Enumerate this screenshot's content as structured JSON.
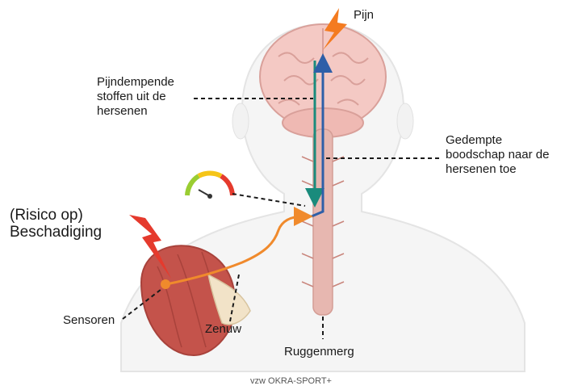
{
  "labels": {
    "pain": "Pijn",
    "pain_relief_line1": "Pijndempende",
    "pain_relief_line2": "stoffen uit de",
    "pain_relief_line3": "hersenen",
    "muted_line1": "Gedempte",
    "muted_line2": "boodschap naar de",
    "muted_line3": "hersenen toe",
    "risk_line1": "(Risico op)",
    "risk_line2": "Beschadiging",
    "sensors": "Sensoren",
    "nerve": "Zenuw",
    "spinal_cord": "Ruggenmerg"
  },
  "caption": "vzw OKRA-SPORT+",
  "colors": {
    "pain_bolt": "#f47b20",
    "injury_bolt": "#e53a2d",
    "descending_arrow": "#1a8b7c",
    "ascending_arrow": "#2e5fa8",
    "nerve_signal": "#f08a2c",
    "body_outline": "#eeeeee",
    "spinal_cord": "#e7b7b0",
    "muscle": "#c4534b"
  },
  "icons": {
    "pain": "lightning-bolt-icon",
    "injury": "lightning-bolt-icon",
    "gate": "gauge-icon"
  }
}
